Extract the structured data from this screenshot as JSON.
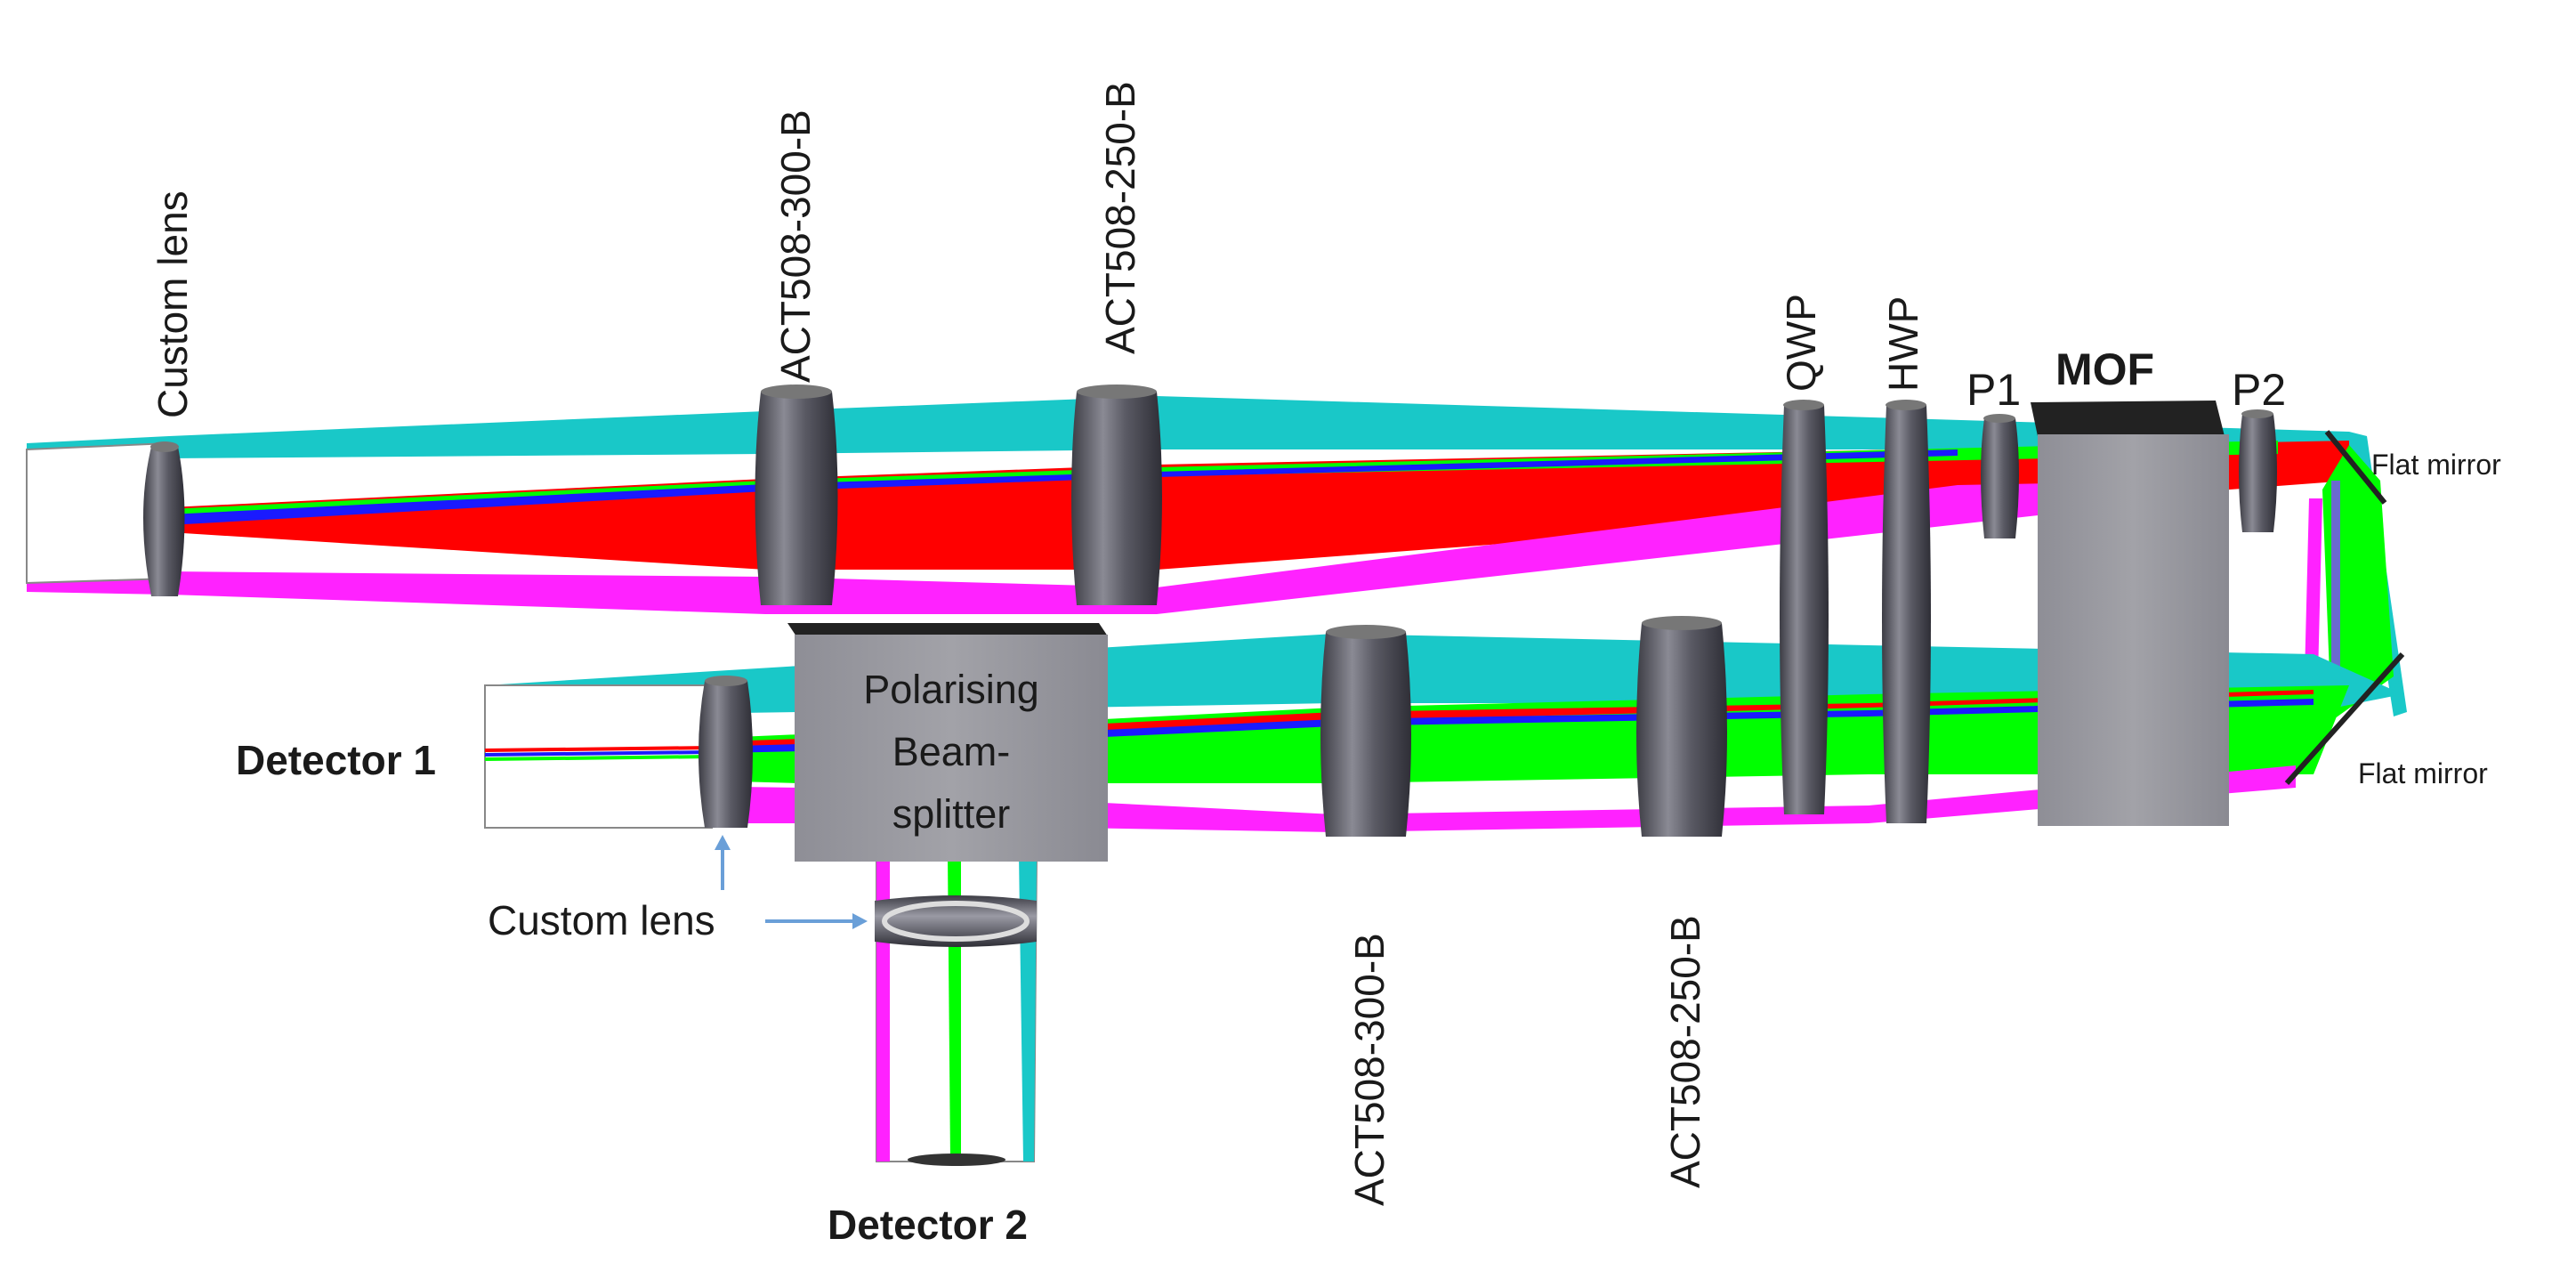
{
  "labels": {
    "custom_lens_top": "Custom lens",
    "act300_top": "ACT508-300-B",
    "act250_top": "ACT508-250-B",
    "qwp": "QWP",
    "hwp": "HWP",
    "p1": "P1",
    "mof": "MOF",
    "p2": "P2",
    "flat_mirror_top": "Flat mirror",
    "flat_mirror_bottom": "Flat mirror",
    "pbs_line1": "Polarising",
    "pbs_line2": "Beam-",
    "pbs_line3": "splitter",
    "detector1": "Detector 1",
    "detector2": "Detector 2",
    "custom_lens_bottom": "Custom lens",
    "act300_bottom": "ACT508-300-B",
    "act250_bottom": "ACT508-250-B"
  },
  "colors": {
    "beam_cyan": "#19c8c8",
    "beam_red": "#ff0000",
    "beam_green": "#00ff00",
    "beam_magenta": "#ff22ff",
    "beam_blue": "#1a1aff",
    "lens_body": "#5e5e66",
    "mof_body": "#9a9aa0",
    "mof_top": "#2a2a2a",
    "arrow": "#6a9fd8"
  }
}
